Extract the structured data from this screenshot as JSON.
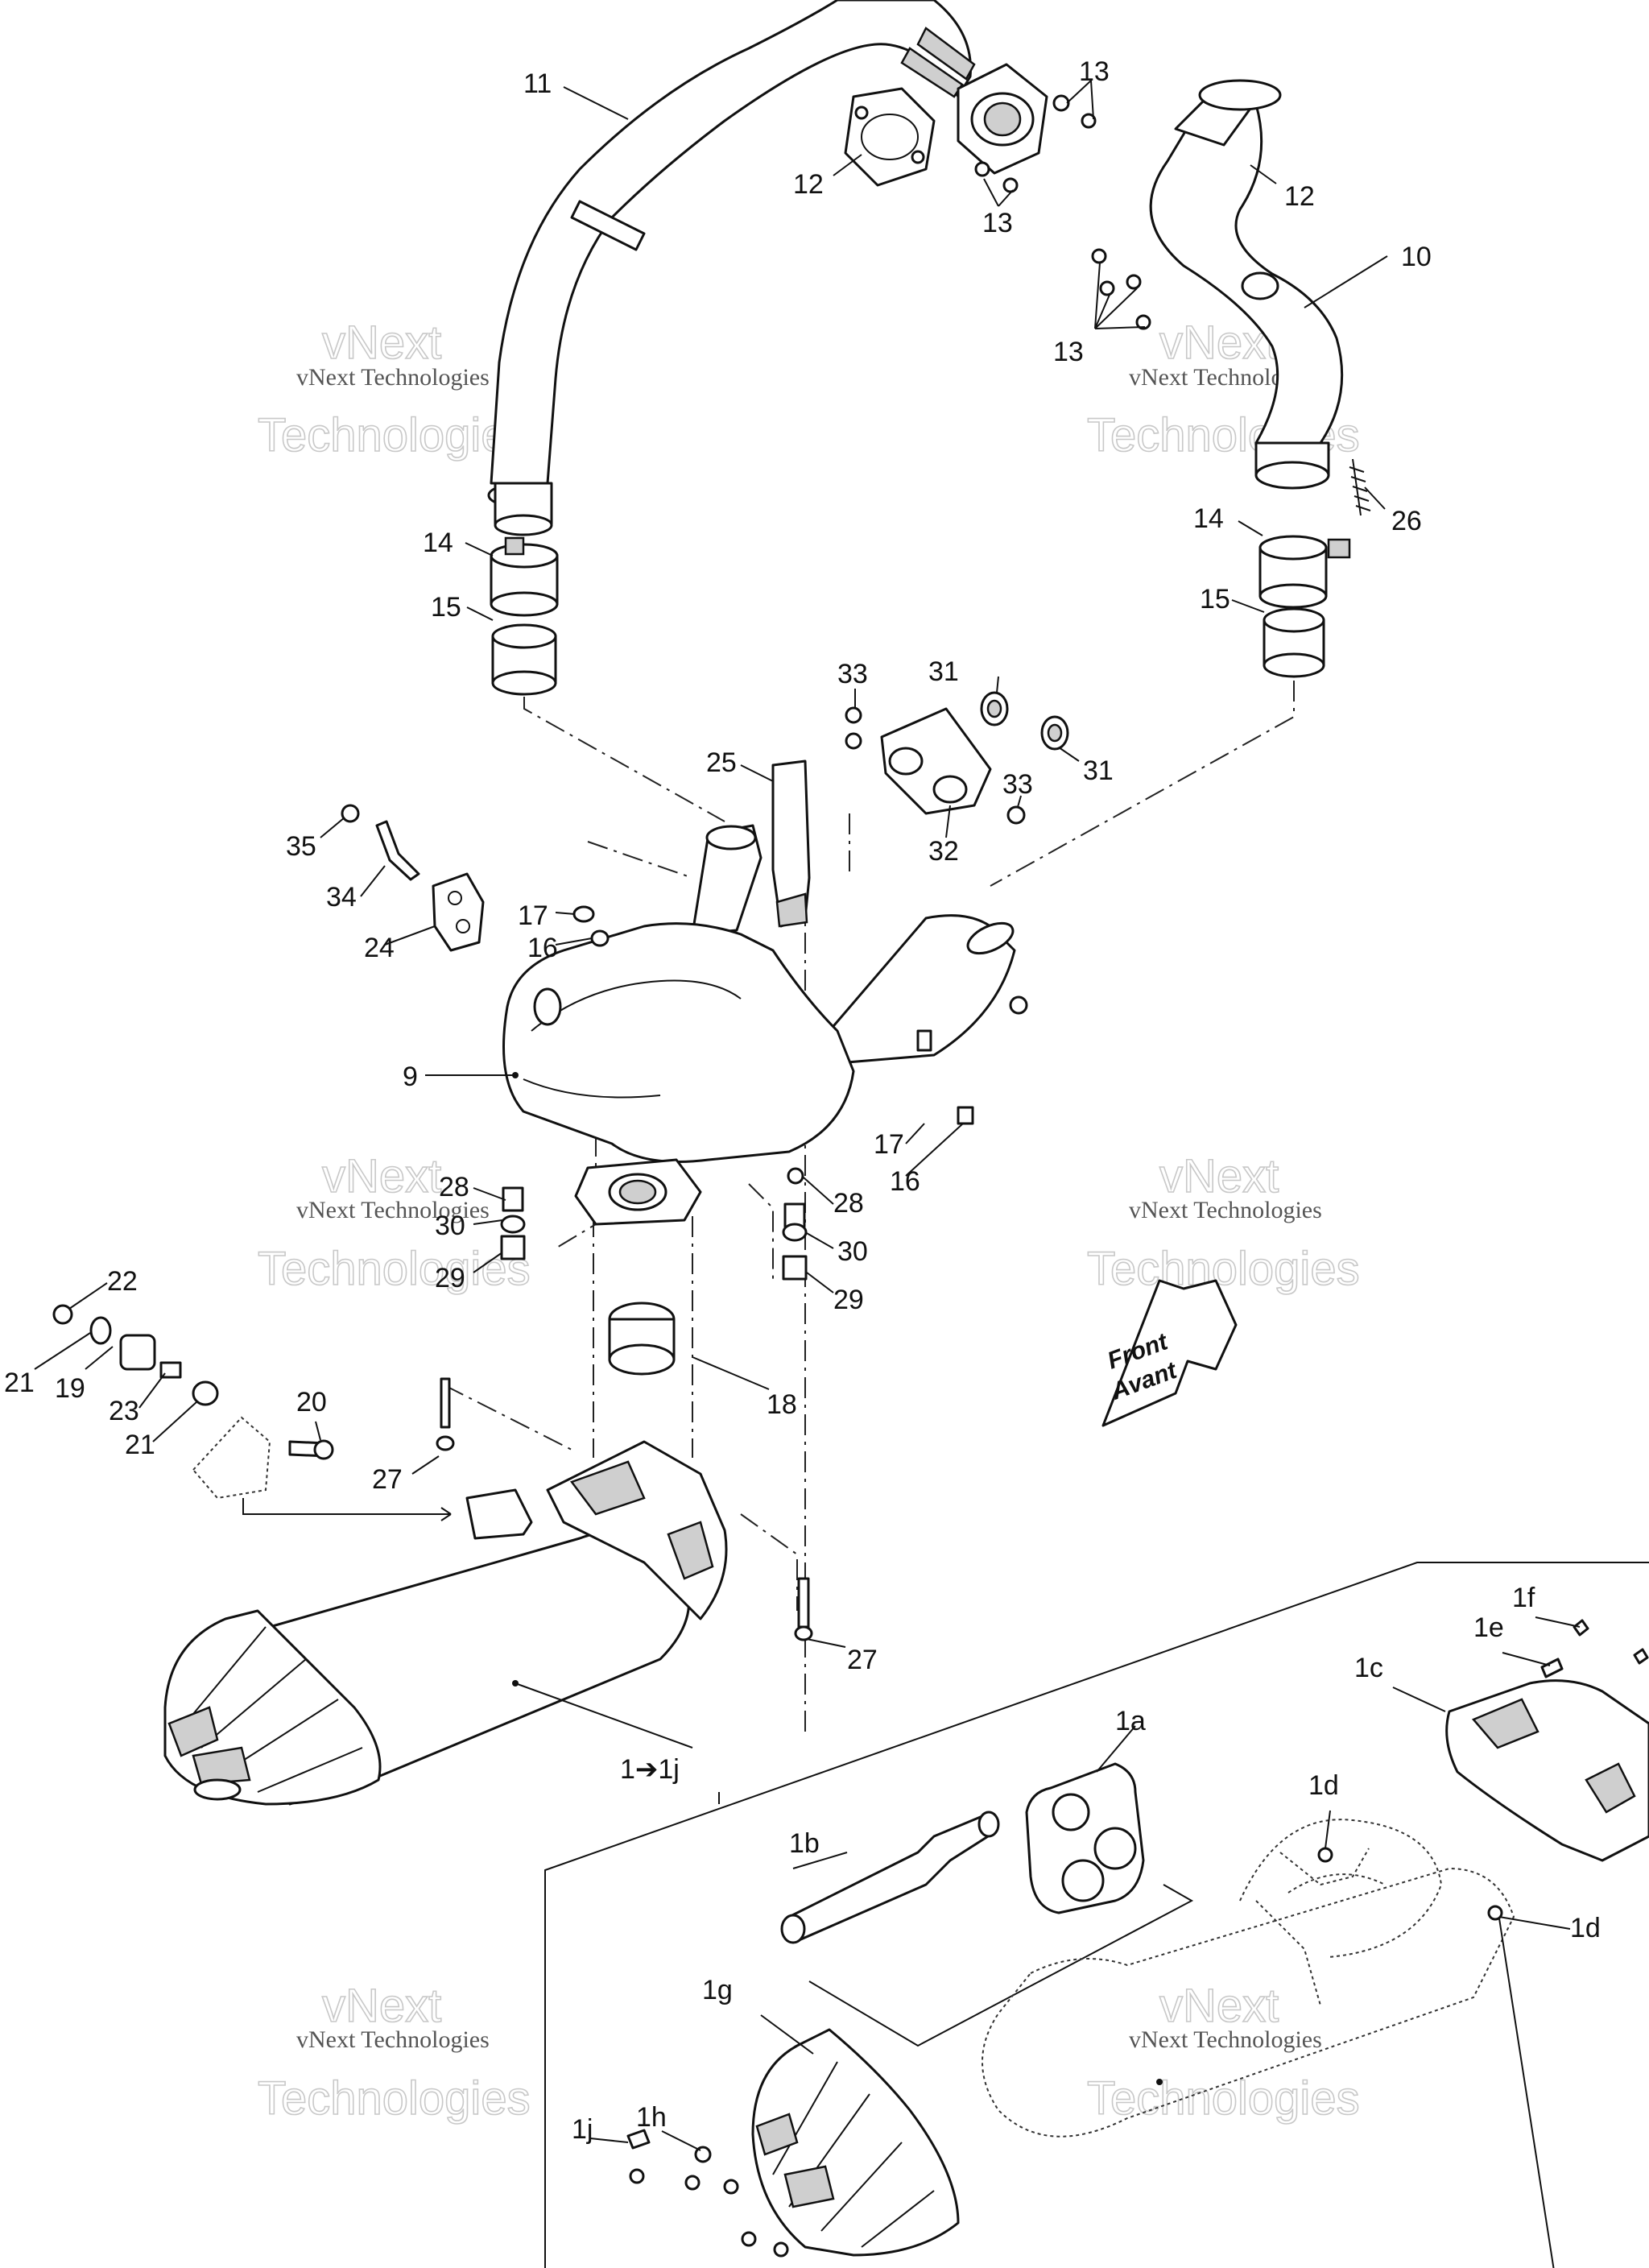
{
  "watermark": {
    "line_top": "vNext",
    "line_bottom": "Technologies",
    "caption": "vNext Technologies"
  },
  "front_arrow": {
    "line1": "Front",
    "line2": "Avant"
  },
  "callouts": {
    "c11": "11",
    "c13a": "13",
    "c12a": "12",
    "c13b": "13",
    "c12b": "12",
    "c10": "10",
    "c13c": "13",
    "c26": "26",
    "c14a": "14",
    "c15a": "15",
    "c14b": "14",
    "c15b": "15",
    "c33a": "33",
    "c31a": "31",
    "c25": "25",
    "c31b": "31",
    "c33b": "33",
    "c32": "32",
    "c35": "35",
    "c34": "34",
    "c17a": "17",
    "c16a": "16",
    "c24": "24",
    "c9": "9",
    "c17b": "17",
    "c16b": "16",
    "c28a": "28",
    "c30a": "30",
    "c29a": "29",
    "c28b": "28",
    "c30b": "30",
    "c29b": "29",
    "c22": "22",
    "c21a": "21",
    "c19": "19",
    "c23": "23",
    "c21b": "21",
    "c20": "20",
    "c18": "18",
    "c27a": "27",
    "c27b": "27",
    "c1": "1➔1j",
    "c1f": "1f",
    "c1e": "1e",
    "c1c": "1c",
    "c1a": "1a",
    "c1d_a": "1d",
    "c1b": "1b",
    "c1d_b": "1d",
    "c1g": "1g",
    "c1h": "1h",
    "c1j": "1j"
  }
}
